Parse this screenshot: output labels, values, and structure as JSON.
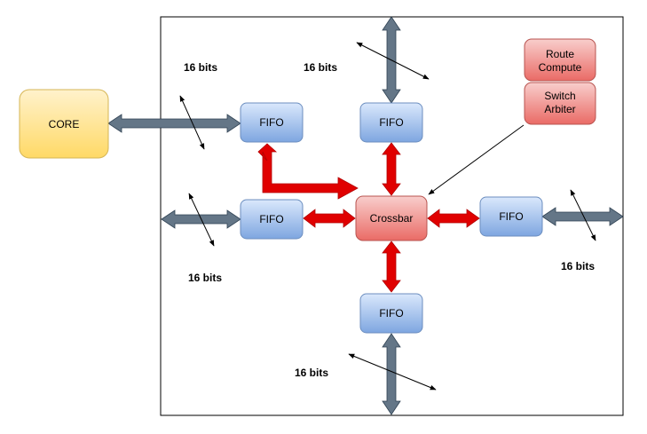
{
  "core": {
    "label": "CORE",
    "fill": "#FFD966",
    "stroke": "#D6B656"
  },
  "fifos": {
    "west": "FIFO",
    "north": "FIFO",
    "southwest": "FIFO",
    "east": "FIFO",
    "south": "FIFO"
  },
  "crossbar": {
    "label": "Crossbar"
  },
  "route_compute": {
    "label_line1": "Route",
    "label_line2": "Compute"
  },
  "switch_arbiter": {
    "label_line1": "Switch",
    "label_line2": "Arbiter"
  },
  "bit_labels": {
    "west": "16 bits",
    "north": "16 bits",
    "southwest": "16 bits",
    "east": "16 bits",
    "south": "16 bits"
  },
  "colors": {
    "fifo_fill": "#7EA6E0",
    "fifo_stroke": "#6C8EBF",
    "red_fill": "#EA6B66",
    "red_stroke": "#B85450",
    "link_arrow": "#647687",
    "internal_arrow": "#E00000"
  }
}
